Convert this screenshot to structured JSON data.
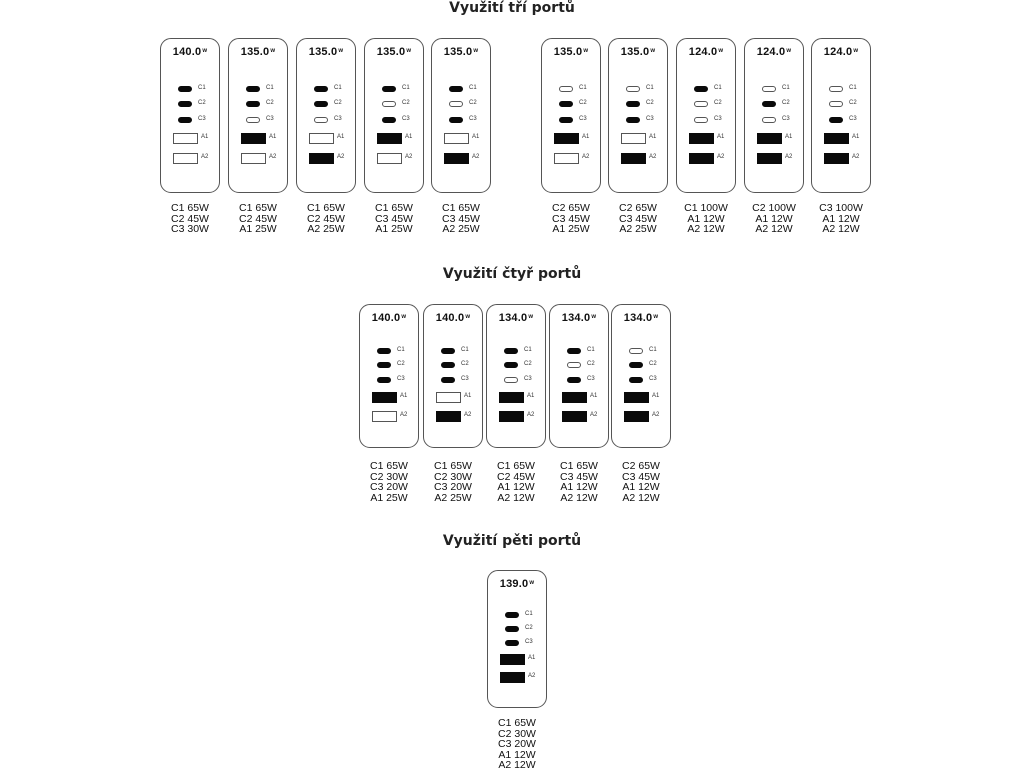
{
  "port_labels": [
    "C1",
    "C2",
    "C3",
    "A1",
    "A2"
  ],
  "sections": [
    {
      "title": "Využití tří portů",
      "devices": [
        {
          "watt": "140.0",
          "unit": "w",
          "ports": [
            1,
            1,
            1,
            0,
            0
          ],
          "caption": [
            "C1 65W",
            "C2 45W",
            "C3 30W"
          ]
        },
        {
          "watt": "135.0",
          "unit": "w",
          "ports": [
            1,
            1,
            0,
            1,
            0
          ],
          "caption": [
            "C1 65W",
            "C2 45W",
            "A1 25W"
          ]
        },
        {
          "watt": "135.0",
          "unit": "w",
          "ports": [
            1,
            1,
            0,
            0,
            1
          ],
          "caption": [
            "C1 65W",
            "C2 45W",
            "A2 25W"
          ]
        },
        {
          "watt": "135.0",
          "unit": "w",
          "ports": [
            1,
            0,
            1,
            1,
            0
          ],
          "caption": [
            "C1 65W",
            "C3 45W",
            "A1 25W"
          ]
        },
        {
          "watt": "135.0",
          "unit": "w",
          "ports": [
            1,
            0,
            1,
            0,
            1
          ],
          "caption": [
            "C1 65W",
            "C3 45W",
            "A2 25W"
          ]
        },
        {
          "watt": "135.0",
          "unit": "w",
          "ports": [
            0,
            1,
            1,
            1,
            0
          ],
          "caption": [
            "C2 65W",
            "C3 45W",
            "A1 25W"
          ]
        },
        {
          "watt": "135.0",
          "unit": "w",
          "ports": [
            0,
            1,
            1,
            0,
            1
          ],
          "caption": [
            "C2 65W",
            "C3 45W",
            "A2 25W"
          ]
        },
        {
          "watt": "124.0",
          "unit": "w",
          "ports": [
            1,
            0,
            0,
            1,
            1
          ],
          "caption": [
            "C1 100W",
            "A1 12W",
            "A2 12W"
          ]
        },
        {
          "watt": "124.0",
          "unit": "w",
          "ports": [
            0,
            1,
            0,
            1,
            1
          ],
          "caption": [
            "C2 100W",
            "A1 12W",
            "A2 12W"
          ]
        },
        {
          "watt": "124.0",
          "unit": "w",
          "ports": [
            0,
            0,
            1,
            1,
            1
          ],
          "caption": [
            "C3 100W",
            "A1 12W",
            "A2 12W"
          ]
        }
      ]
    },
    {
      "title": "Využití čtyř portů",
      "devices": [
        {
          "watt": "140.0",
          "unit": "w",
          "ports": [
            1,
            1,
            1,
            1,
            0
          ],
          "caption": [
            "C1 65W",
            "C2 30W",
            "C3 20W",
            "A1 25W"
          ]
        },
        {
          "watt": "140.0",
          "unit": "w",
          "ports": [
            1,
            1,
            1,
            0,
            1
          ],
          "caption": [
            "C1 65W",
            "C2 30W",
            "C3 20W",
            "A2 25W"
          ]
        },
        {
          "watt": "134.0",
          "unit": "w",
          "ports": [
            1,
            1,
            0,
            1,
            1
          ],
          "caption": [
            "C1 65W",
            "C2 45W",
            "A1 12W",
            "A2 12W"
          ]
        },
        {
          "watt": "134.0",
          "unit": "w",
          "ports": [
            1,
            0,
            1,
            1,
            1
          ],
          "caption": [
            "C1 65W",
            "C3 45W",
            "A1 12W",
            "A2 12W"
          ]
        },
        {
          "watt": "134.0",
          "unit": "w",
          "ports": [
            0,
            1,
            1,
            1,
            1
          ],
          "caption": [
            "C2 65W",
            "C3 45W",
            "A1 12W",
            "A2 12W"
          ]
        }
      ]
    },
    {
      "title": "Využití pěti portů",
      "devices": [
        {
          "watt": "139.0",
          "unit": "w",
          "ports": [
            1,
            1,
            1,
            1,
            1
          ],
          "caption": [
            "C1 65W",
            "C2 30W",
            "C3 20W",
            "A1 12W",
            "A2 12W"
          ]
        }
      ]
    }
  ]
}
